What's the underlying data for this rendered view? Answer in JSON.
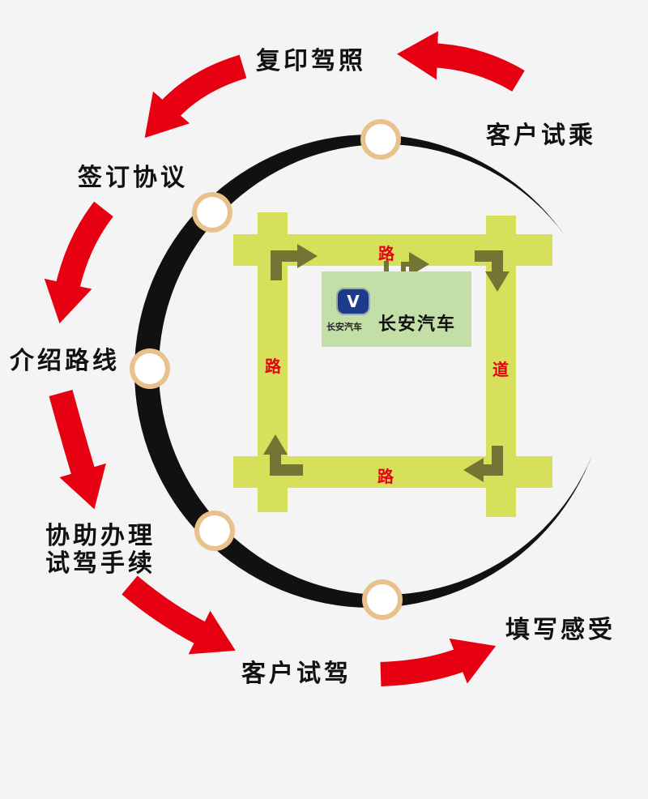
{
  "steps": {
    "s1": "客户试乘",
    "s2": "复印驾照",
    "s3": "签订协议",
    "s4": "介绍路线",
    "s5_line1": "协助办理",
    "s5_line2": "试驾手续",
    "s6": "客户试驾",
    "s7": "填写感受"
  },
  "map": {
    "road_top": "路",
    "road_left": "路",
    "road_right": "道",
    "road_bottom": "路",
    "company_logo_text": "长安汽车",
    "company_name": "长安汽车",
    "logo_glyph": "V"
  },
  "colors": {
    "arrow": "#e60012",
    "road": "#d6e05b",
    "ring": "#111111",
    "turn": "#727534",
    "company": "#c3dea6"
  }
}
